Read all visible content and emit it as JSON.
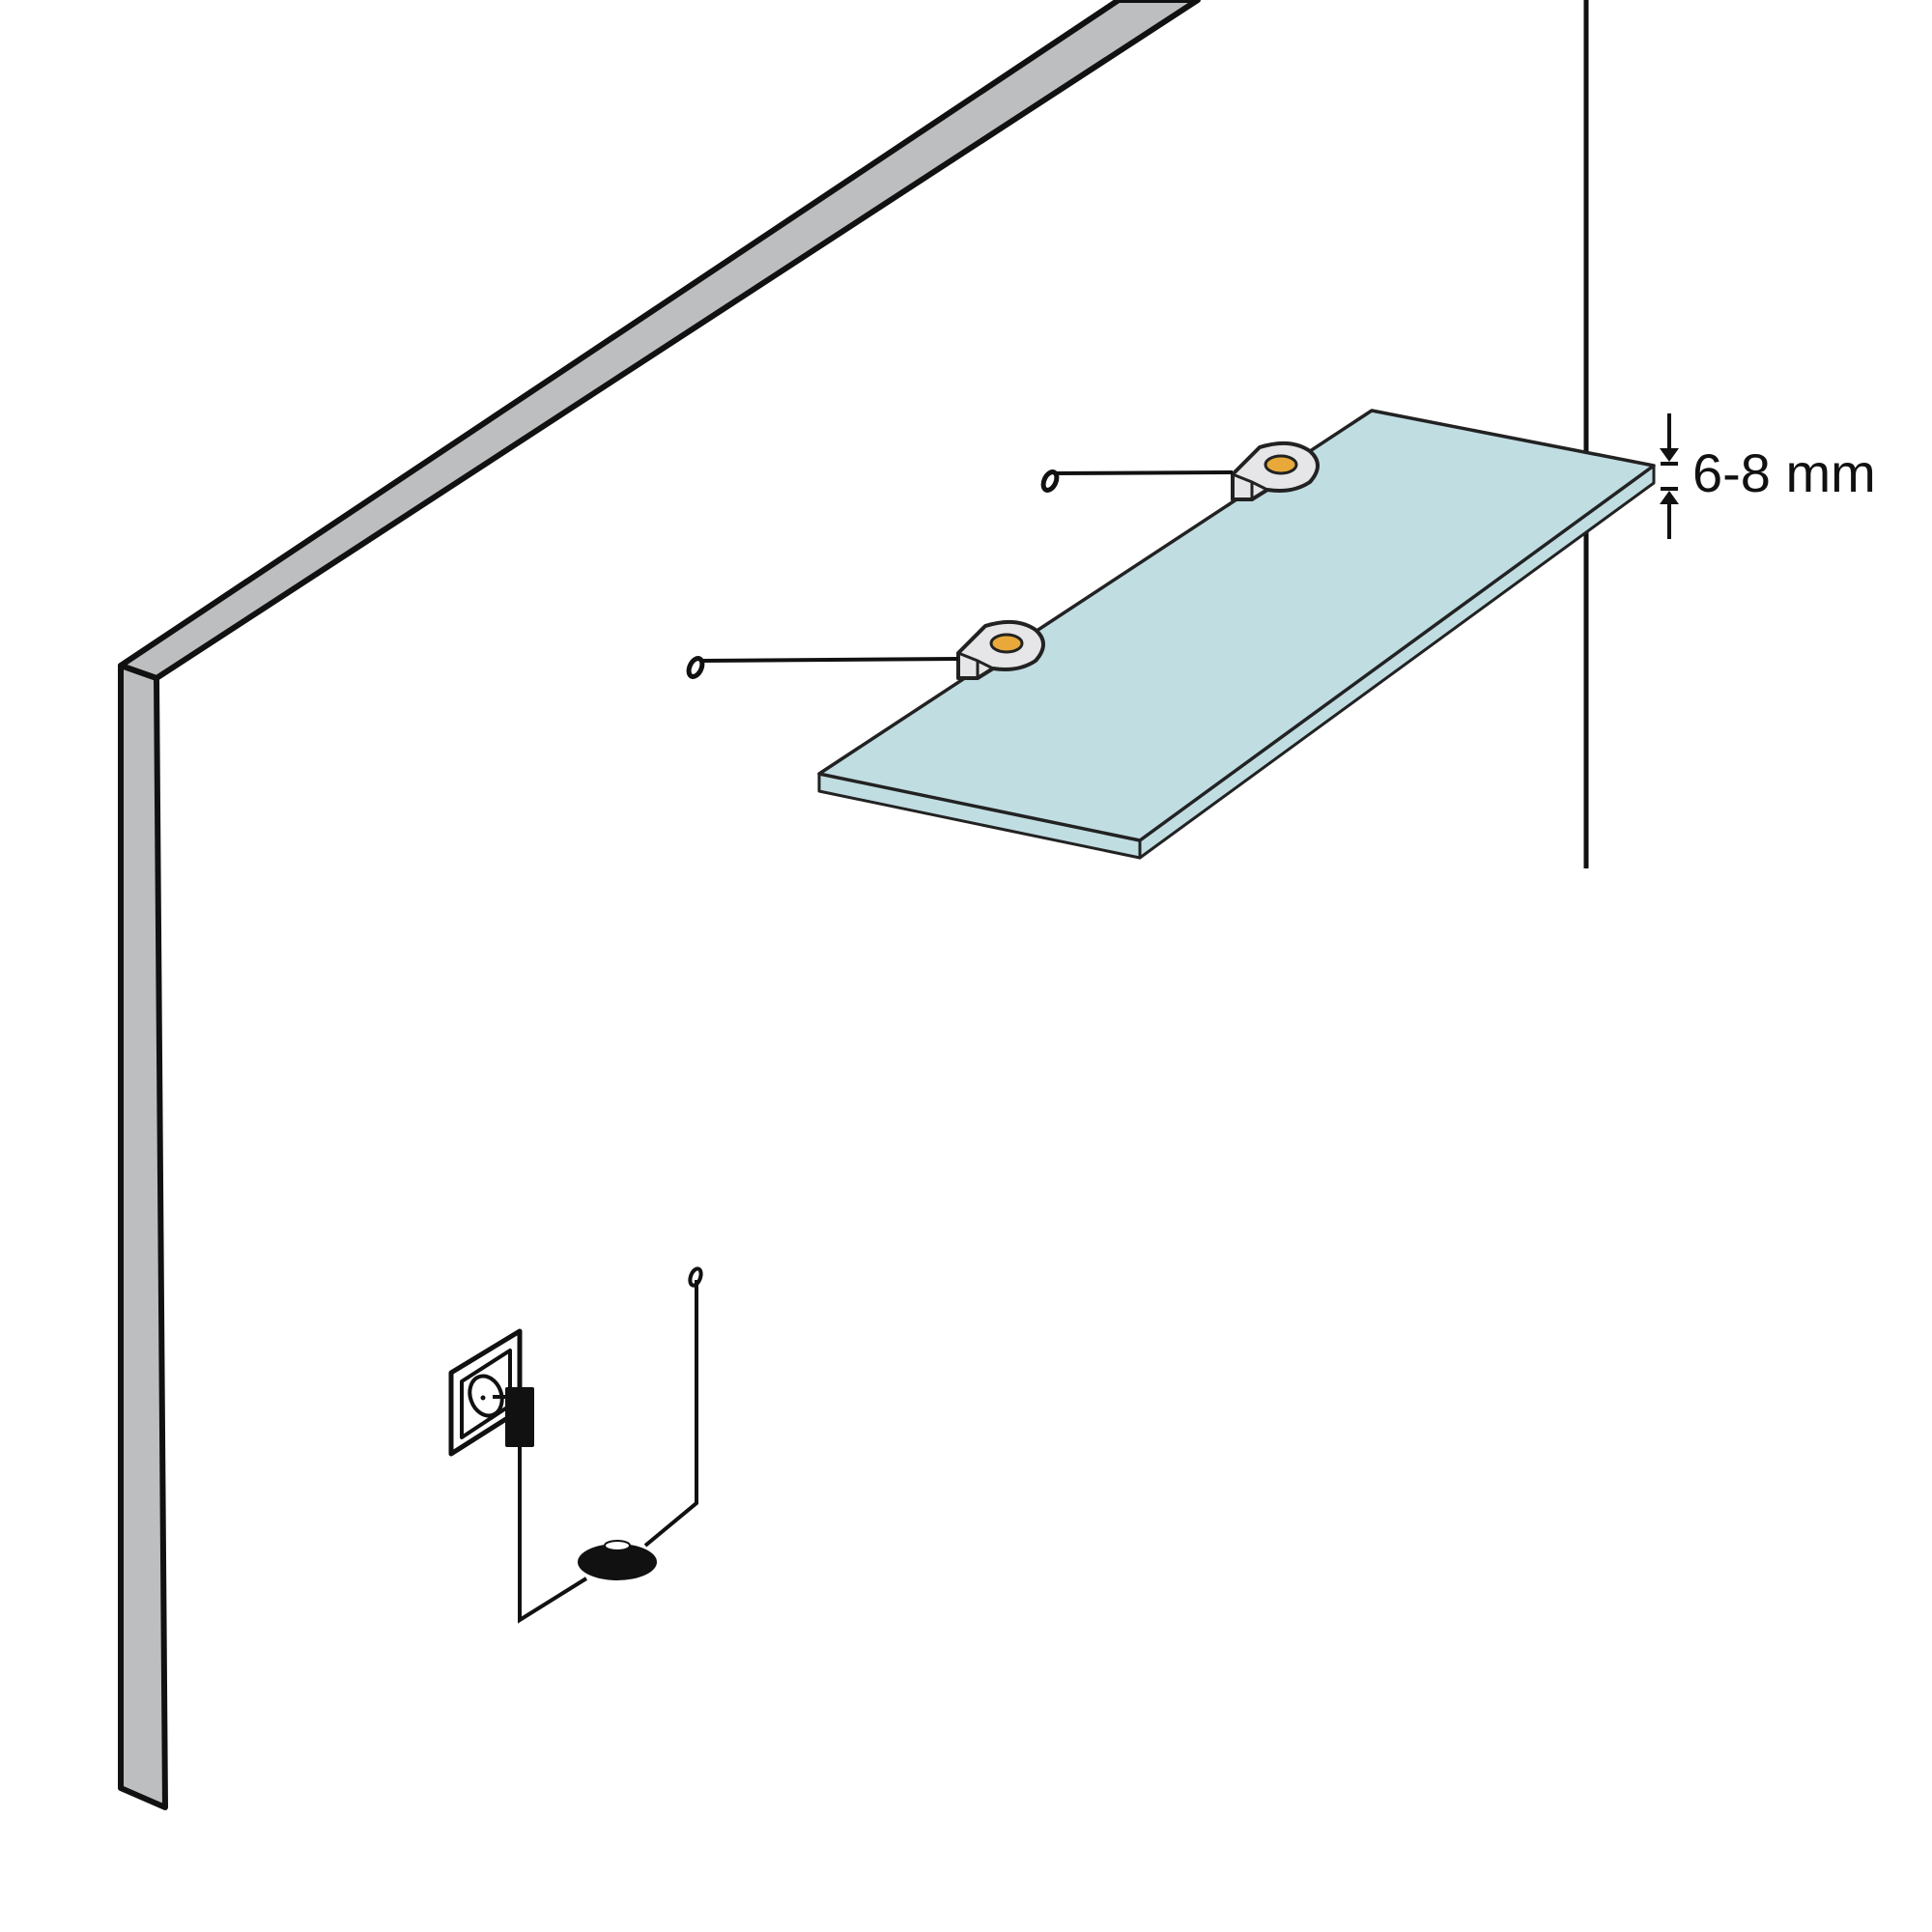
{
  "diagram": {
    "title": "Glass shelf installation with LED lighting",
    "colors": {
      "background": "#ffffff",
      "wall_edge": "#bdbec0",
      "glass": "#c0dde2",
      "bracket": "#e6e6e8",
      "led_spot": "#e8a93a",
      "line": "#111111"
    },
    "dimension": {
      "label": "6-8 mm",
      "target": "glass thickness"
    },
    "components": [
      {
        "name": "wall",
        "description": "wall with grey edge profile"
      },
      {
        "name": "vertical-reference-line",
        "description": "vertical line on wall"
      },
      {
        "name": "glass-shelf",
        "description": "light blue glass shelf plate"
      },
      {
        "name": "bracket-back",
        "description": "shelf clamp bracket with LED spot"
      },
      {
        "name": "bracket-front",
        "description": "shelf clamp bracket with LED spot"
      },
      {
        "name": "wire-back",
        "description": "cable from back bracket"
      },
      {
        "name": "wire-front",
        "description": "cable from front bracket"
      },
      {
        "name": "wall-socket",
        "description": "wall power outlet with plug adapter"
      },
      {
        "name": "switch-puck",
        "description": "round inline switch / distributor"
      },
      {
        "name": "cable-end",
        "description": "free cable end with loop"
      }
    ]
  }
}
